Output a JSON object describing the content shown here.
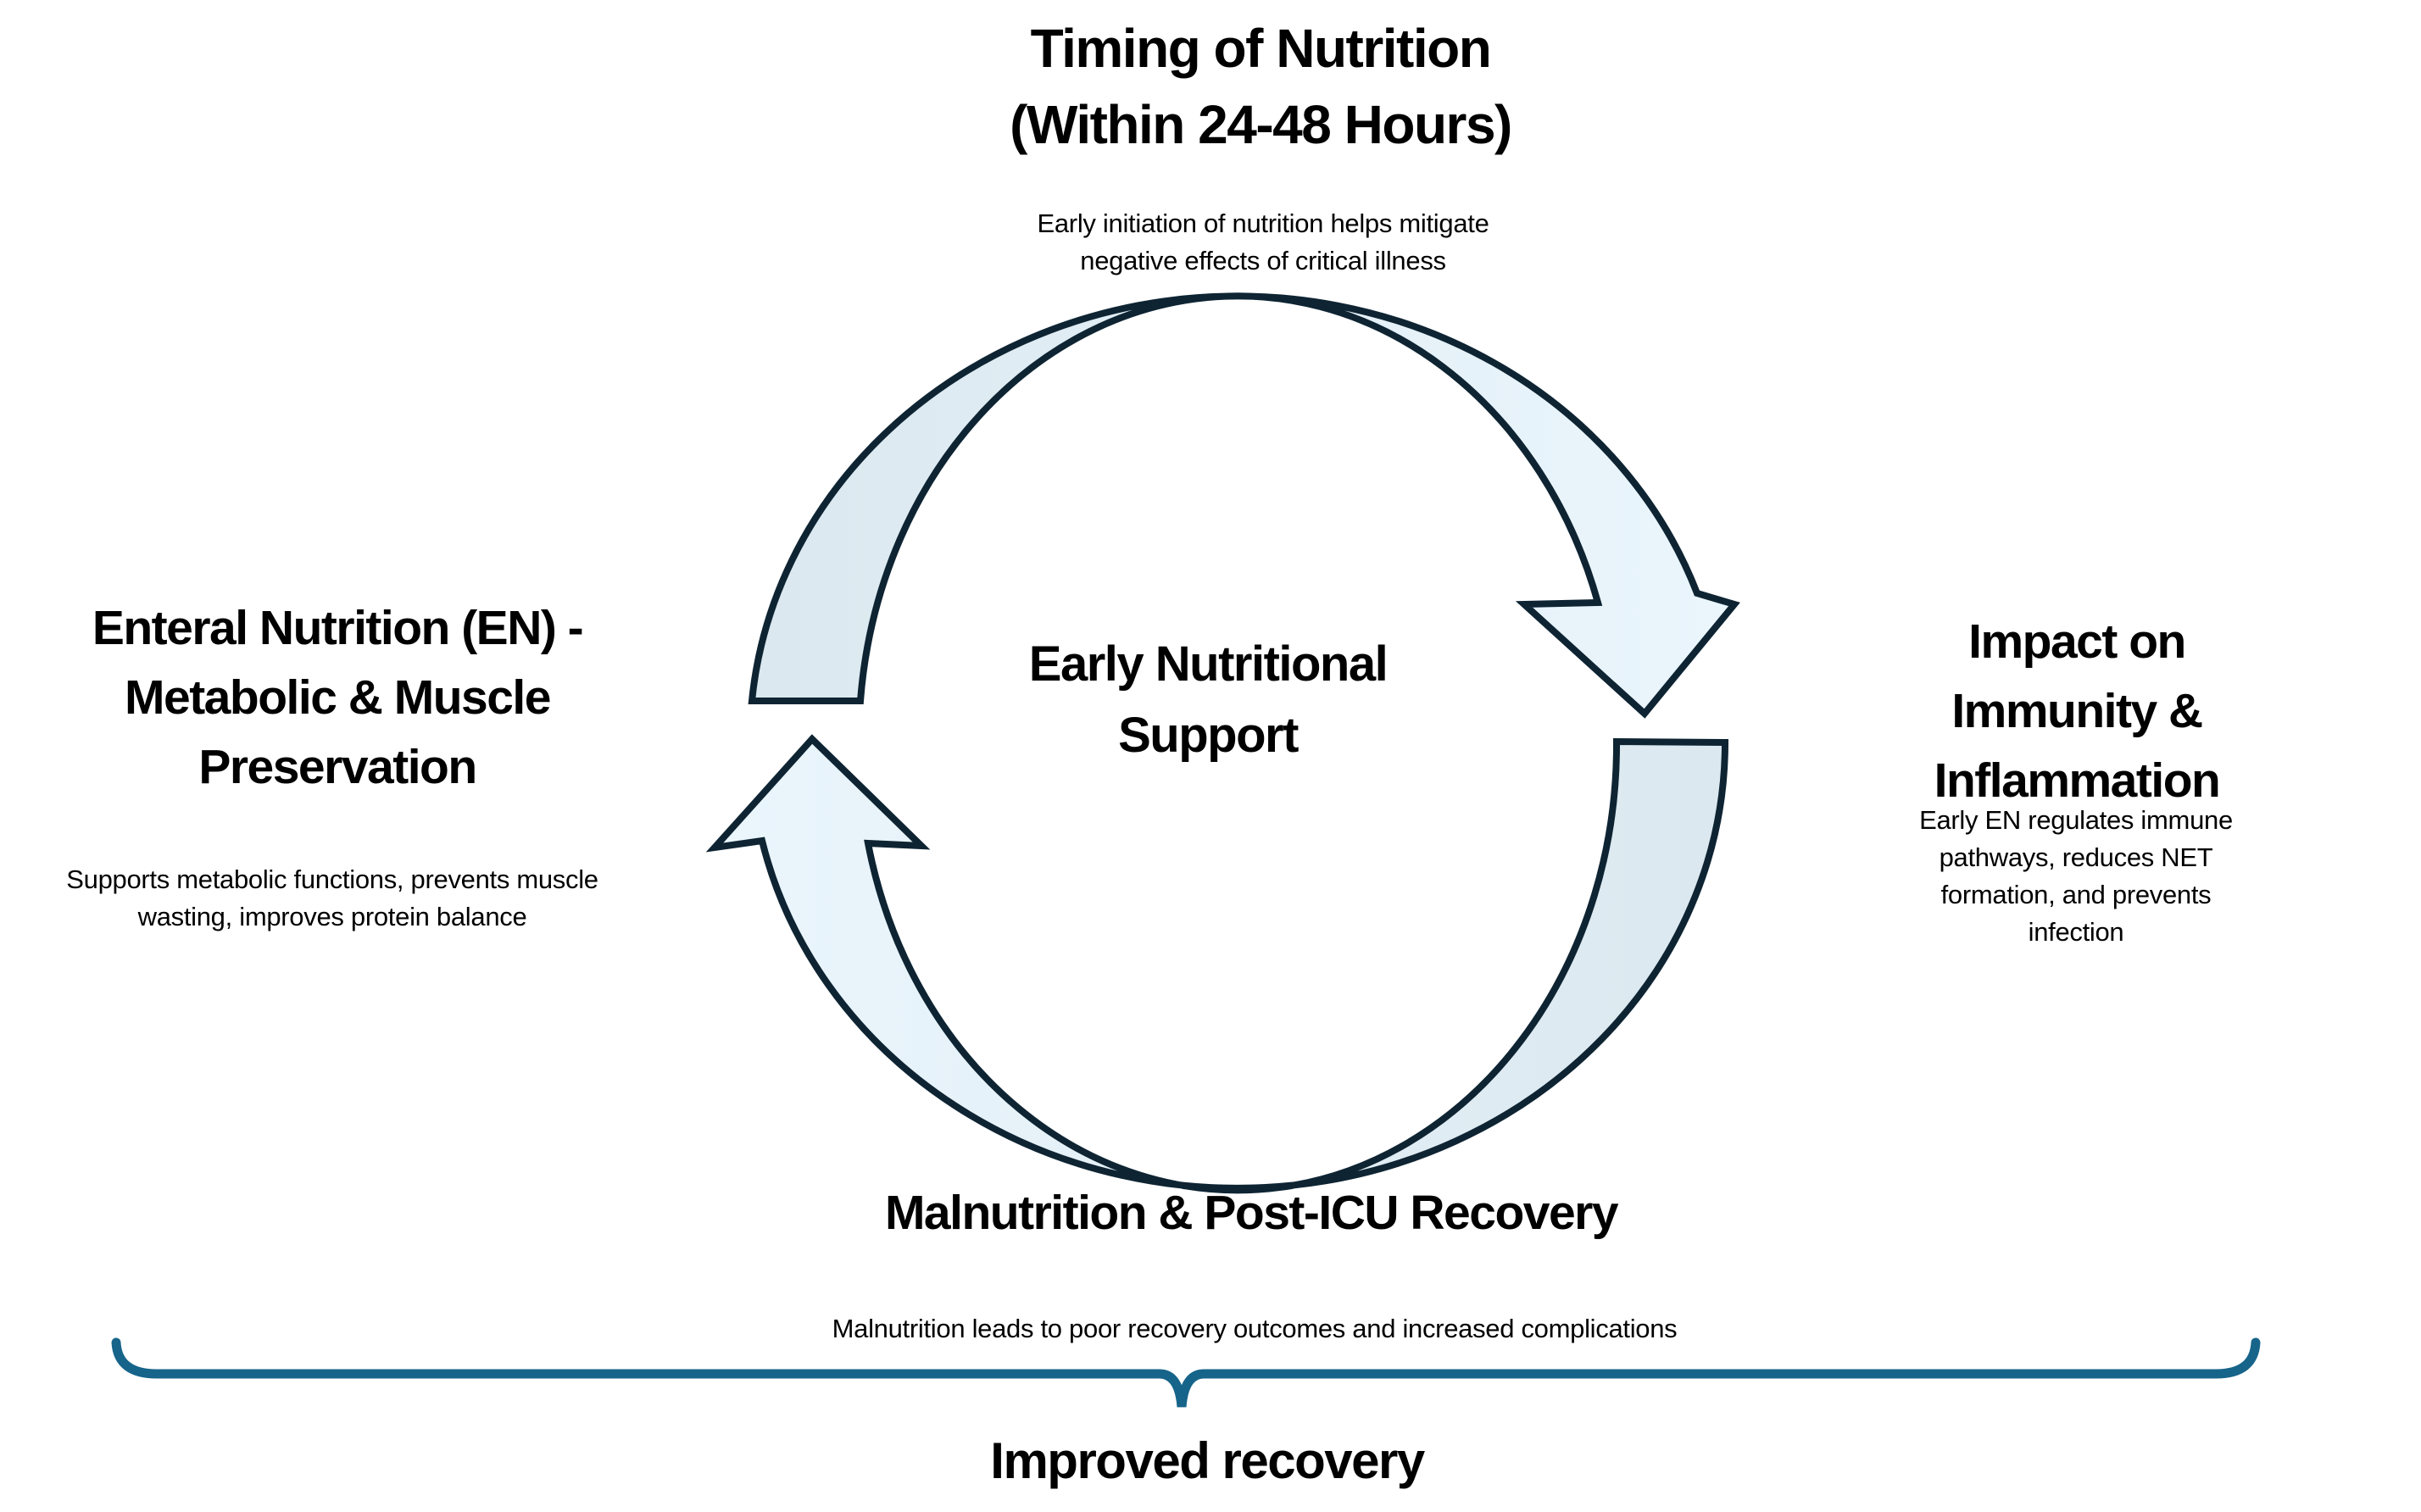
{
  "colors": {
    "background": "#ffffff",
    "text": "#000000",
    "arrow_outline": "#0e2433",
    "arrow_tail_fill": "#dbe8ef",
    "arrow_mid_fill": "#e3eff6",
    "arrow_head_fill": "#eaf6fc",
    "brace": "#17648a"
  },
  "cycle": {
    "top": {
      "heading": "Timing of Nutrition\n(Within 24-48 Hours)",
      "description": "Early initiation of nutrition helps mitigate\nnegative effects of critical illness"
    },
    "right": {
      "heading": "Impact on Immunity &\nInflammation",
      "description": "Early EN regulates immune pathways, reduces NET\nformation, and prevents infection"
    },
    "bottom": {
      "heading": "Malnutrition & Post-ICU Recovery",
      "description": "Malnutrition leads to poor recovery outcomes and increased complications"
    },
    "left": {
      "heading": "Enteral Nutrition (EN) -\nMetabolic & Muscle\nPreservation",
      "description": "Supports metabolic functions, prevents muscle\nwasting, improves protein balance"
    },
    "center": {
      "label": "Early Nutritional\nSupport"
    }
  },
  "footer": {
    "label": "Improved recovery"
  }
}
